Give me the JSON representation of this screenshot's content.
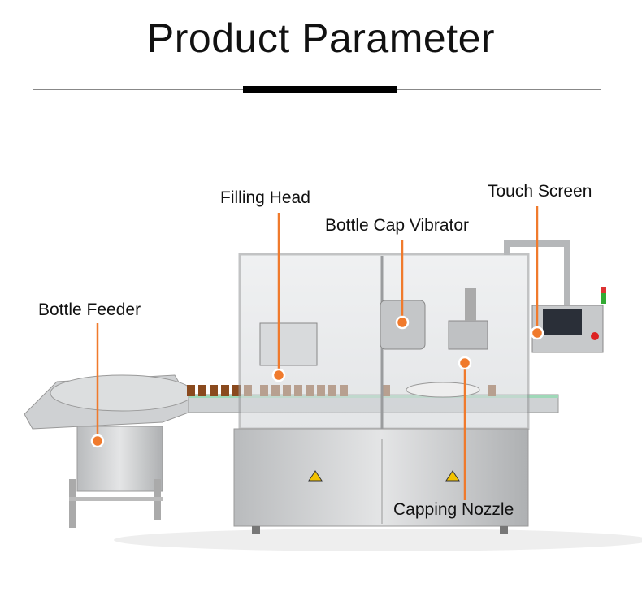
{
  "header": {
    "title": "Product Parameter"
  },
  "callouts": {
    "filling_head": "Filling Head",
    "bottle_cap_vibrator": "Bottle Cap Vibrator",
    "touch_screen": "Touch Screen",
    "bottle_feeder": "Bottle Feeder",
    "capping_nozzle": "Capping Nozzle"
  },
  "colors": {
    "accent": "#f07a2c",
    "steel": "#c9cbcc",
    "text": "#111111"
  }
}
